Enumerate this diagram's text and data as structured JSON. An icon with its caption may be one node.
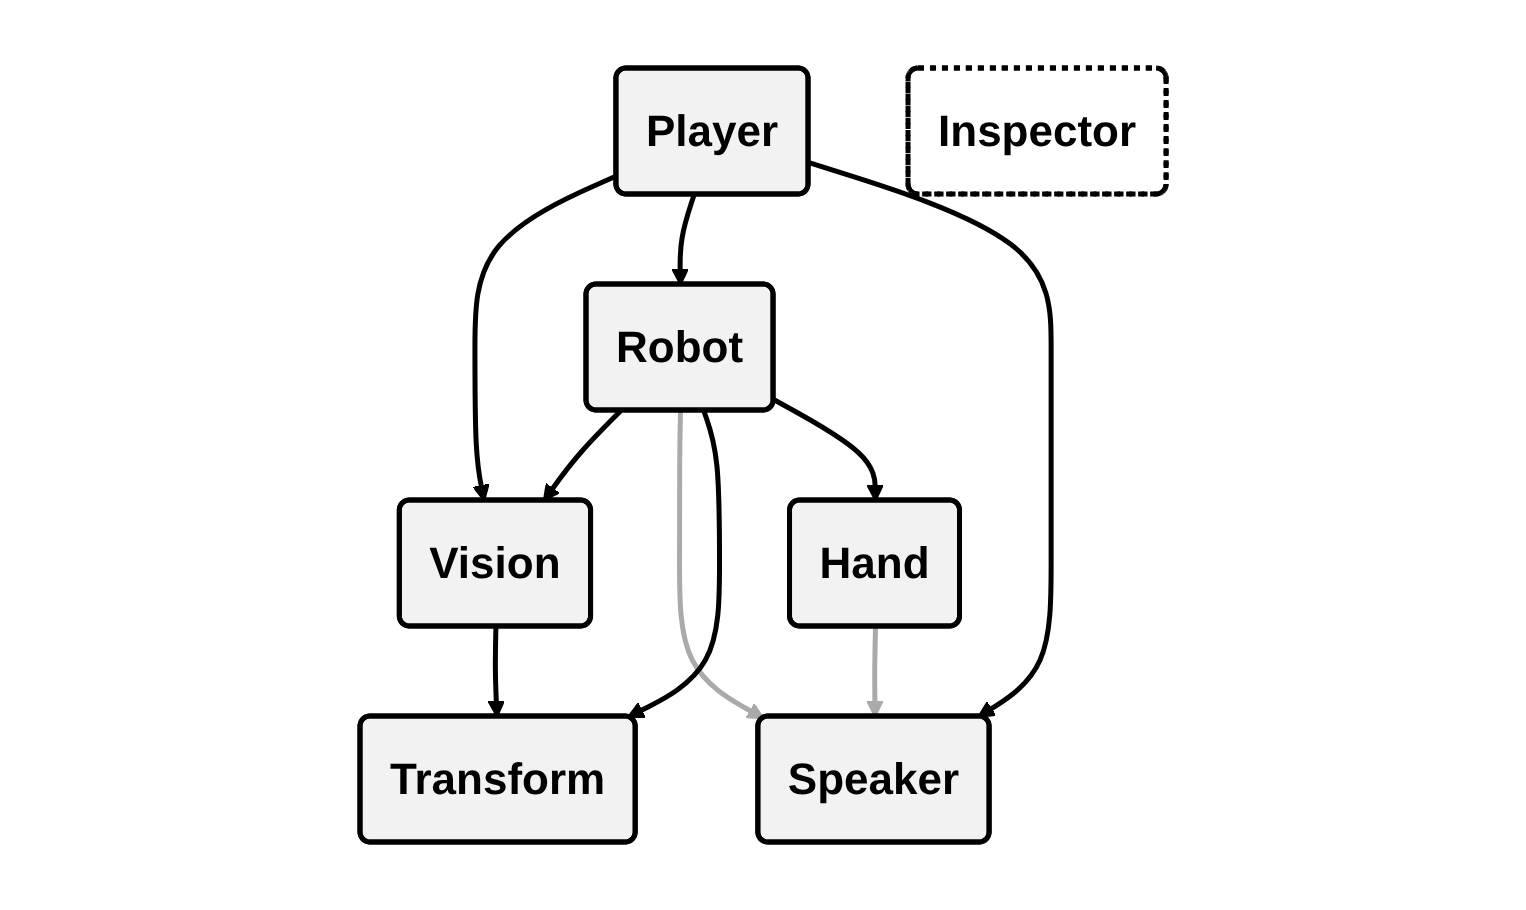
{
  "diagram": {
    "nodes": [
      {
        "text": [
          "Player"
        ]
      },
      {
        "text": [
          "Inspector"
        ]
      },
      {
        "text": [
          "Vision"
        ]
      },
      {
        "text": [
          "Robot"
        ]
      },
      {
        "text": [
          "Speaker"
        ]
      },
      {
        "text": [
          "Transform"
        ]
      },
      {
        "text": [
          "Hand"
        ]
      }
    ],
    "edges": [
      {
        "from": 0,
        "to": 2,
        "arrow": "to"
      },
      {
        "from": 0,
        "to": 3,
        "arrow": "to"
      },
      {
        "from": 0,
        "to": 4,
        "arrow": "to"
      },
      {
        "from": 3,
        "to": 2,
        "arrow": "to"
      },
      {
        "from": 3,
        "to": 4,
        "arrow": "to",
        "color": "#aaaaaa"
      },
      {
        "from": 2,
        "to": 5,
        "arrow": "to"
      },
      {
        "from": 3,
        "to": 5,
        "arrow": "to"
      },
      {
        "from": 3,
        "to": 6,
        "arrow": "to"
      },
      {
        "from": 6,
        "to": 4,
        "arrow": "to",
        "color": "#aaaaaa"
      }
    ]
  }
}
